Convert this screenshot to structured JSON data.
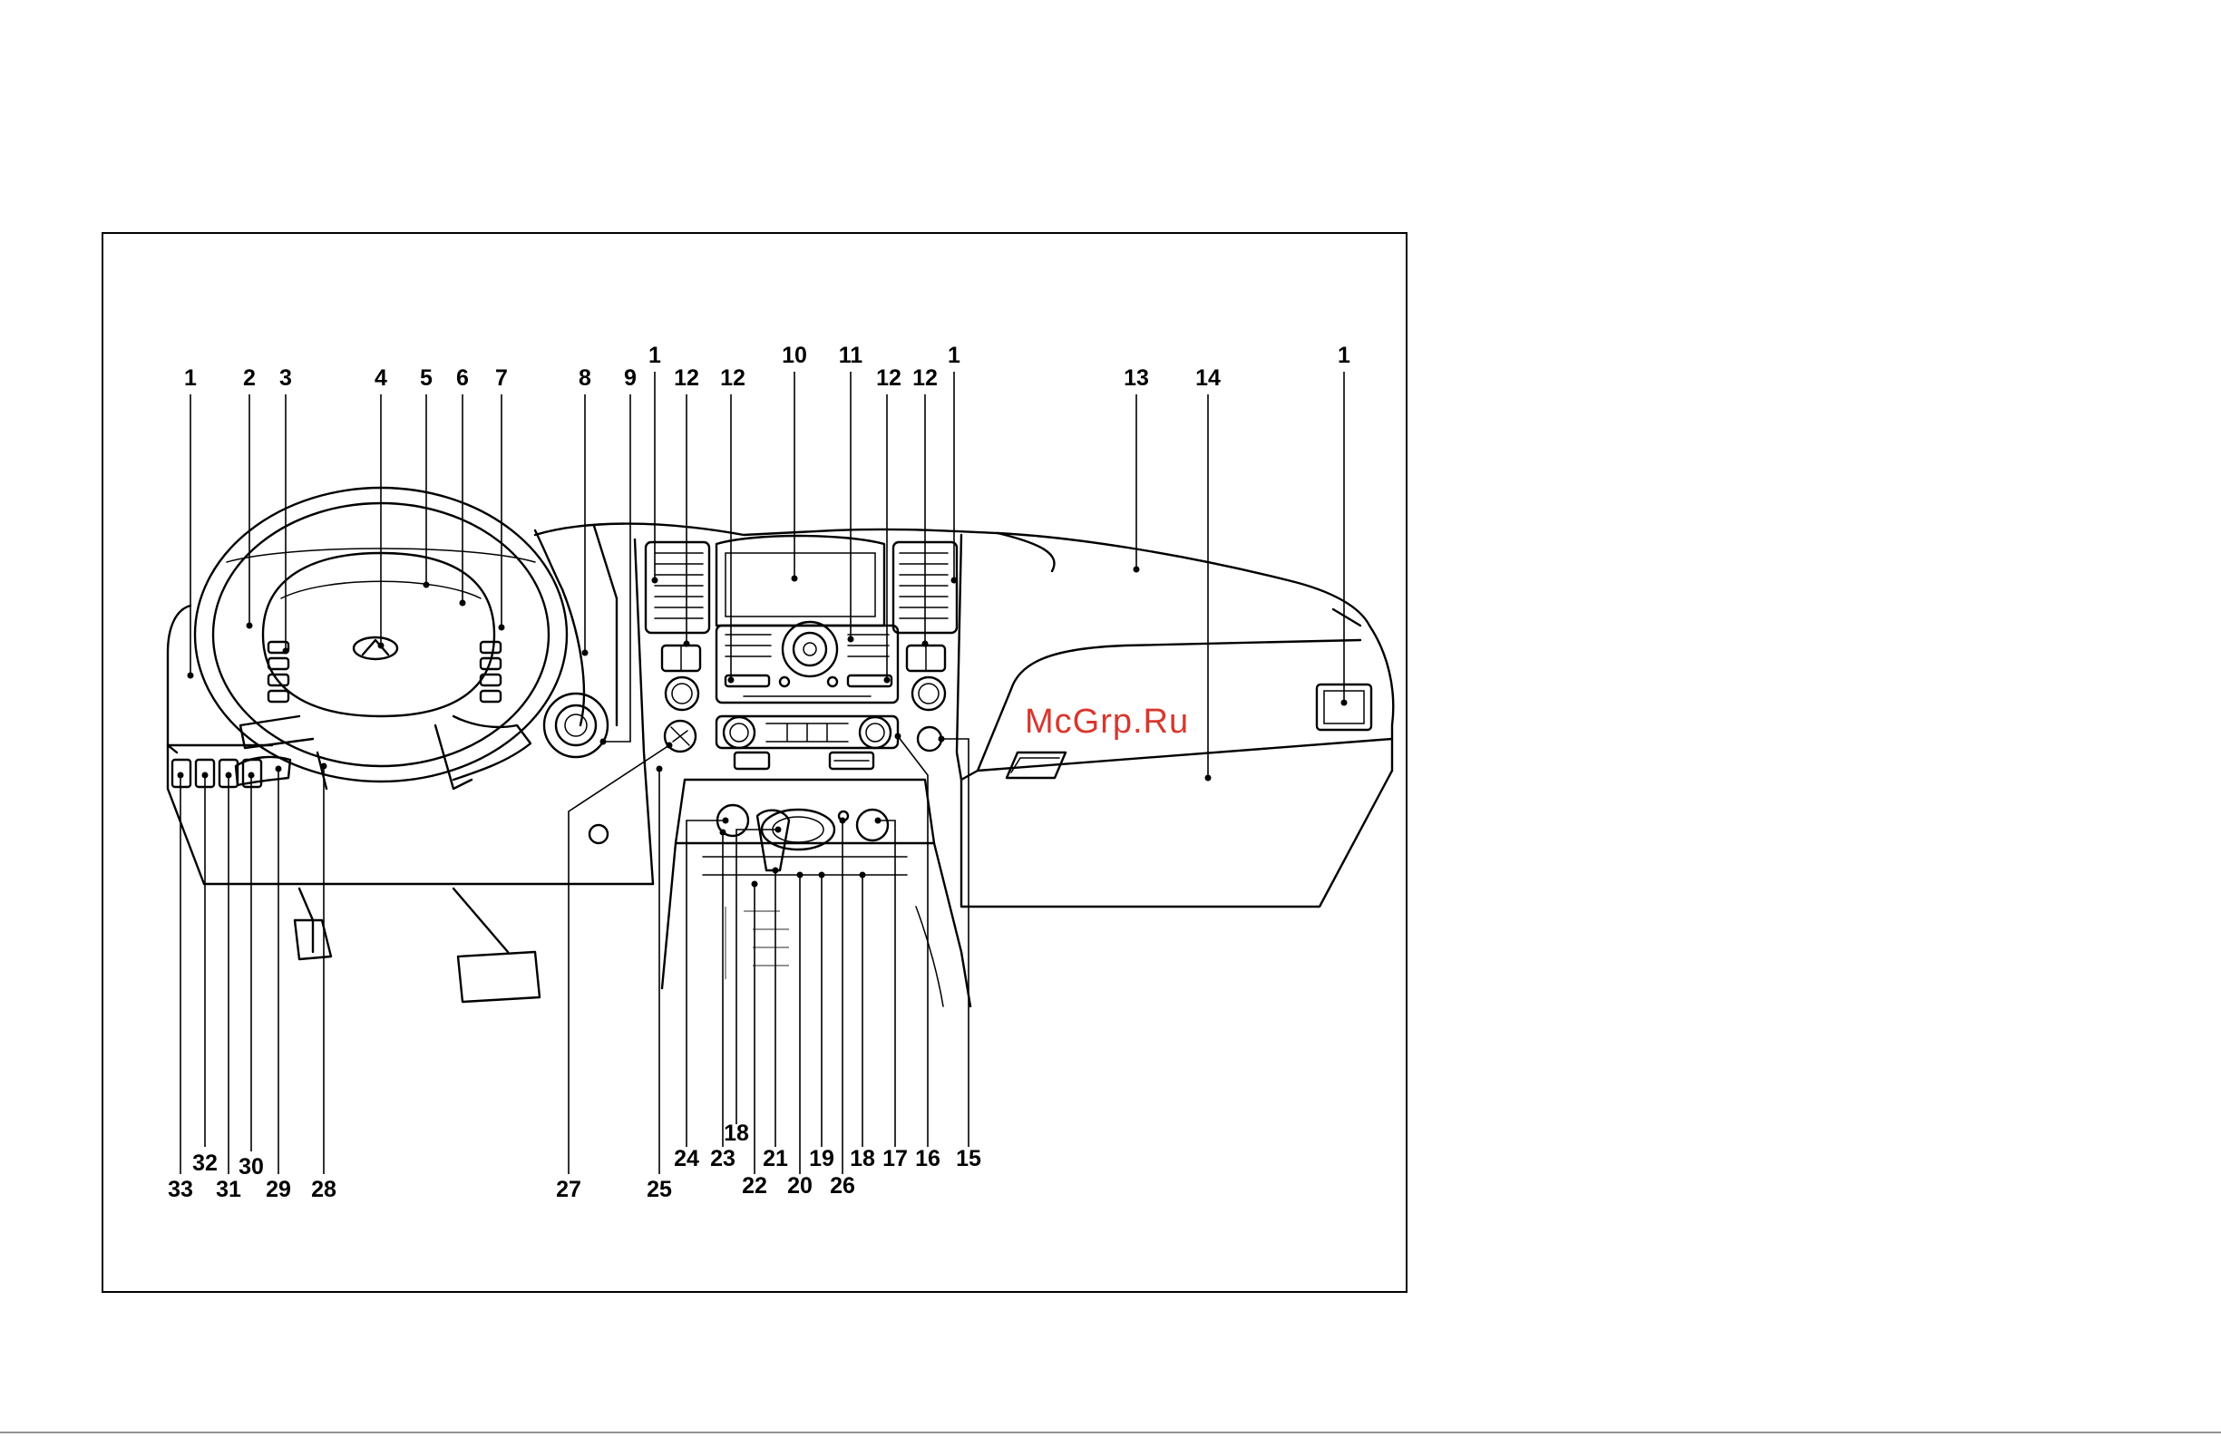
{
  "watermark": "McGrp.Ru",
  "callouts": [
    {
      "id": "c1a",
      "text": "1"
    },
    {
      "id": "c2",
      "text": "2"
    },
    {
      "id": "c3",
      "text": "3"
    },
    {
      "id": "c4",
      "text": "4"
    },
    {
      "id": "c5",
      "text": "5"
    },
    {
      "id": "c6",
      "text": "6"
    },
    {
      "id": "c7",
      "text": "7"
    },
    {
      "id": "c8",
      "text": "8"
    },
    {
      "id": "c9",
      "text": "9"
    },
    {
      "id": "c1b",
      "text": "1"
    },
    {
      "id": "c12a",
      "text": "12"
    },
    {
      "id": "c12b",
      "text": "12"
    },
    {
      "id": "c10",
      "text": "10"
    },
    {
      "id": "c11",
      "text": "11"
    },
    {
      "id": "c12c",
      "text": "12"
    },
    {
      "id": "c12d",
      "text": "12"
    },
    {
      "id": "c1c",
      "text": "1"
    },
    {
      "id": "c13",
      "text": "13"
    },
    {
      "id": "c14",
      "text": "14"
    },
    {
      "id": "c1d",
      "text": "1"
    },
    {
      "id": "c18a",
      "text": "18"
    },
    {
      "id": "c24",
      "text": "24"
    },
    {
      "id": "c23",
      "text": "23"
    },
    {
      "id": "c21",
      "text": "21"
    },
    {
      "id": "c19",
      "text": "19"
    },
    {
      "id": "c18b",
      "text": "18"
    },
    {
      "id": "c17",
      "text": "17"
    },
    {
      "id": "c16",
      "text": "16"
    },
    {
      "id": "c15",
      "text": "15"
    },
    {
      "id": "c32",
      "text": "32"
    },
    {
      "id": "c30",
      "text": "30"
    },
    {
      "id": "c33",
      "text": "33"
    },
    {
      "id": "c31",
      "text": "31"
    },
    {
      "id": "c29",
      "text": "29"
    },
    {
      "id": "c28",
      "text": "28"
    },
    {
      "id": "c27",
      "text": "27"
    },
    {
      "id": "c25",
      "text": "25"
    },
    {
      "id": "c22",
      "text": "22"
    },
    {
      "id": "c20",
      "text": "20"
    },
    {
      "id": "c26",
      "text": "26"
    }
  ]
}
